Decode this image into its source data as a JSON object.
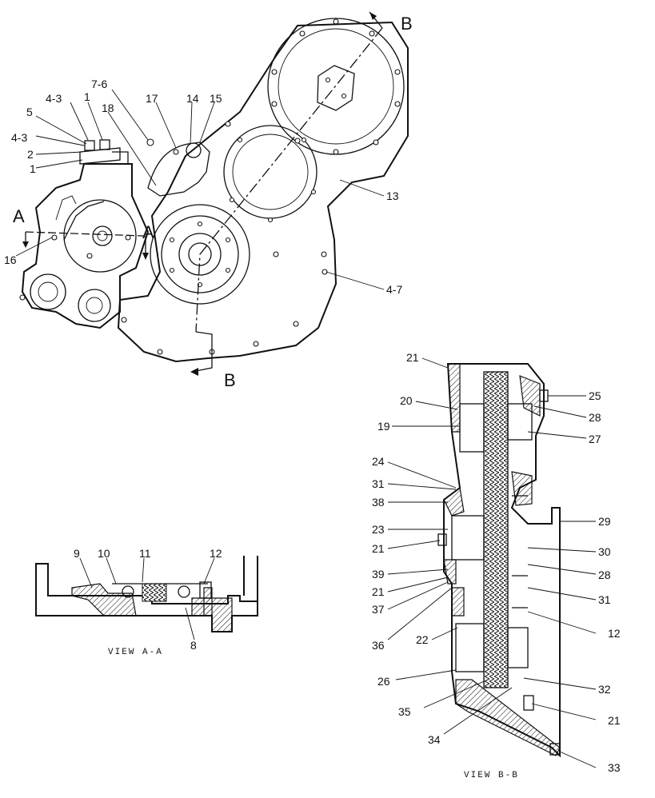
{
  "section_letters": {
    "a_left": "A",
    "a_right": "A",
    "b_top": "B",
    "b_bottom": "B"
  },
  "views": {
    "view_aa": "VIEW A-A",
    "view_bb": "VIEW B-B"
  },
  "callouts_main": [
    "4-3",
    "1",
    "7-6",
    "5",
    "18",
    "17",
    "14",
    "15",
    "4-3",
    "2",
    "1",
    "13",
    "16",
    "4-7"
  ],
  "callouts_aa": [
    "9",
    "10",
    "11",
    "12",
    "8"
  ],
  "callouts_bb": [
    "21",
    "25",
    "20",
    "28",
    "19",
    "27",
    "24",
    "31",
    "38",
    "23",
    "29",
    "21",
    "30",
    "39",
    "28",
    "21",
    "37",
    "31",
    "36",
    "22",
    "12",
    "26",
    "32",
    "35",
    "21",
    "34",
    "33"
  ]
}
